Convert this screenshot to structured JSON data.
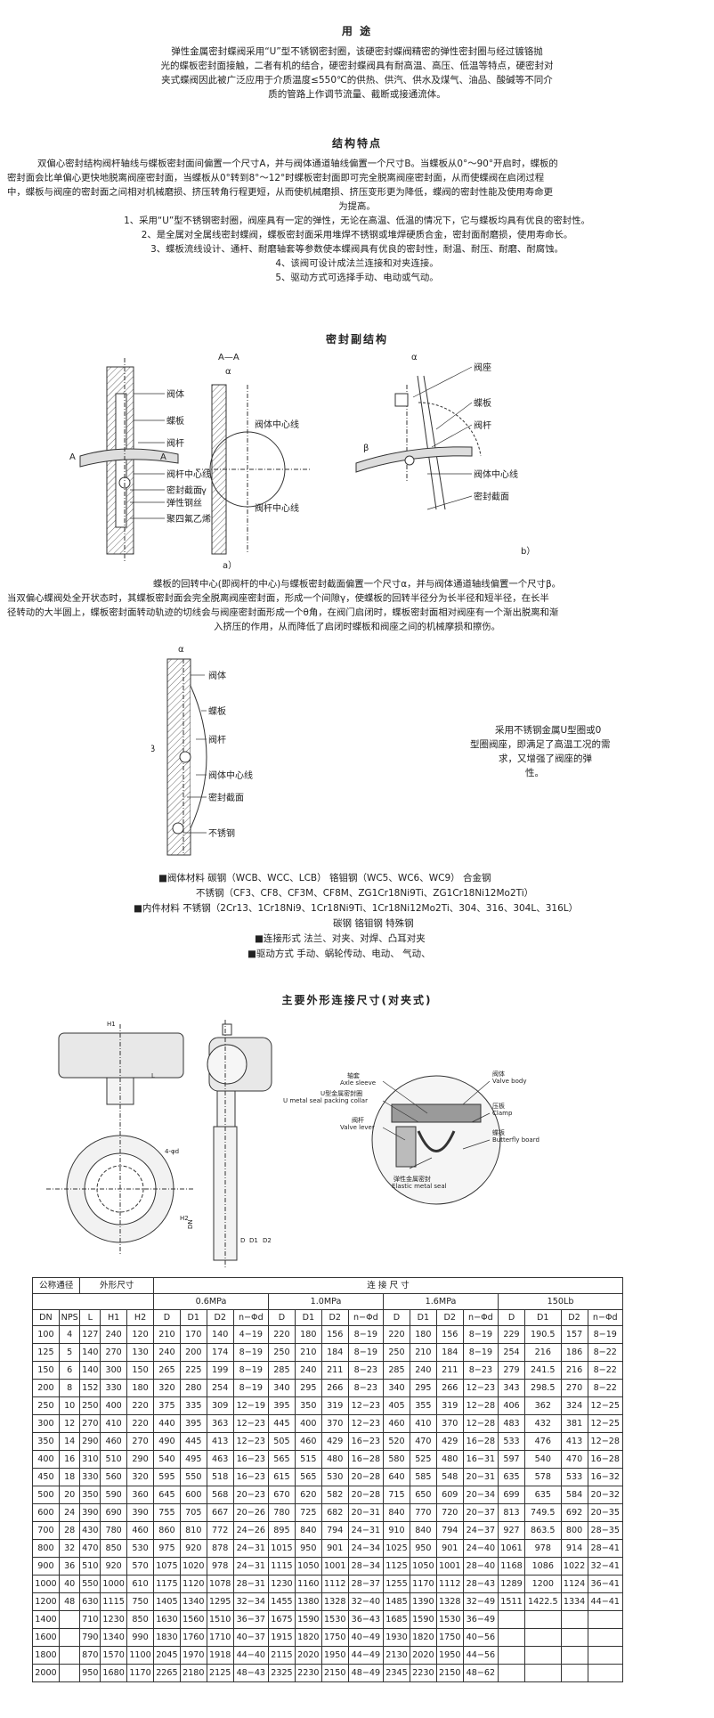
{
  "sec1": {
    "title": "用  途",
    "lines": [
      "弹性金属密封蝶阀采用“U”型不锈钢密封圈，该硬密封蝶阀精密的弹性密封圈与经过镀铬抛",
      "光的蝶板密封面接触，二者有机的结合，硬密封蝶阀具有耐高温、高压、低温等特点，硬密封对",
      "夹式蝶阀因此被广泛应用于介质温度≤550℃的供热、供汽、供水及煤气、油品、酸碱等不同介",
      "质的管路上作调节流量、截断或接通流体。"
    ]
  },
  "sec2": {
    "title": "结构特点",
    "lines": [
      "双偏心密封结构阀杆轴线与蝶板密封面间偏置一个尺寸A，并与阀体通道轴线偏置一个尺寸B。当蝶板从0°～90°开启时，蝶板的",
      "密封面会比单偏心更快地脱离阀座密封面，当蝶板从0°转到8°～12°时蝶板密封面即可完全脱离阀座密封面，从而使蝶阀在启闭过程",
      "中，蝶板与阀座的密封面之间相对机械磨损、挤压转角行程更短，从而使机械磨损、挤压变形更为降低，蝶阀的密封性能及使用寿命更",
      "为提高。",
      "1、采用“U”型不锈钢密封圈，阀座具有一定的弹性，无论在高温、低温的情况下，它与蝶板均具有优良的密封性。",
      "2、是全属对全属线密封蝶阀，蝶板密封面采用堆焊不锈钢或堆焊硬质合金，密封面耐磨损，使用寿命长。",
      "3、蝶板流线设计、通杆、耐磨轴套等参数使本蝶阀具有优良的密封性，耐温、耐压、耐磨、耐腐蚀。",
      "4、该阀可设计成法兰连接和对夹连接。",
      "5、驱动方式可选择手动、电动或气动。"
    ]
  },
  "sec3": {
    "title": "密封副结构",
    "diagA": {
      "labels": [
        "阀体",
        "蝶板",
        "阀杆",
        "阀杆中心线",
        "密封截面",
        "弹性钢丝",
        "聚四氟乙烯"
      ],
      "section_marks": [
        "A",
        "A"
      ],
      "caption": "a）"
    },
    "diagAA": {
      "title": "A—A",
      "labels": [
        "阀体中心线",
        "阀杆中心线"
      ],
      "symbols": [
        "α",
        "γ"
      ]
    },
    "diagB": {
      "labels": [
        "阀座",
        "蝶板",
        "阀杆",
        "阀体中心线",
        "密封截面"
      ],
      "symbols": [
        "α",
        "β"
      ],
      "caption": "b）"
    },
    "para": [
      "蝶板的回转中心(即阀杆的中心)与蝶板密封截面偏置一个尺寸α，并与阀体通道轴线偏置一个尺寸β。",
      "当双偏心蝶阀处全开状态时，其蝶板密封面会完全脱离阀座密封面，形成一个间隙γ，使蝶板的回转半径分为长半径和短半径，在长半",
      "径转动的大半圆上，蝶板密封面转动轨迹的切线会与阀座密封面形成一个θ角，在阀门启闭时，蝶板密封面相对阀座有一个渐出脱离和渐",
      "入挤压的作用，从而降低了启闭时蝶板和阀座之间的机械摩损和擦伤。"
    ]
  },
  "sec4": {
    "diagLabels": [
      "阀体",
      "蝶板",
      "阀杆",
      "阀体中心线",
      "密封截面",
      "不锈钢"
    ],
    "symbols": [
      "α",
      "β"
    ],
    "note": [
      "采用不锈钢金属U型圈或0",
      "型圈阀座，即满足了高温工况的需",
      "求，又增强了阀座的弹",
      "性。"
    ]
  },
  "materials": [
    "■阀体材料   碳钢（WCB、WCC、LCB）  铬钼钢（WC5、WC6、WC9）    合金钢",
    "不锈钢（CF3、CF8、CF3M、CF8M、ZG1Cr18Ni9Ti、ZG1Cr18Ni12Mo2Ti）",
    "■内件材料   不锈钢（2Cr13、1Cr18Ni9、1Cr18Ni9Ti、1Cr18Ni12Mo2Ti、304、316、304L、316L）",
    "碳钢    铬钼钢    特殊钢",
    "■连接形式    法兰、对夹、对焊、凸耳对夹",
    "■驱动方式    手动、蜗轮传动、电动、  气动、"
  ],
  "sec5": {
    "title": "主要外形连接尺寸(对夹式)",
    "dimLabels": [
      "H1",
      "L",
      "4-φd",
      "DN",
      "H2",
      "D",
      "D1",
      "D2"
    ],
    "detailLabels": [
      {
        "cn": "轴套",
        "en": "Axle sleeve"
      },
      {
        "cn": "U型金属密封圈",
        "en": "U metal seal packing collar"
      },
      {
        "cn": "阀杆",
        "en": "Valve lever"
      },
      {
        "cn": "弹性金属密封",
        "en": "Elastic metal seal"
      },
      {
        "cn": "阀体",
        "en": "Valve body"
      },
      {
        "cn": "压板",
        "en": "Clamp"
      },
      {
        "cn": "蝶板",
        "en": "Butterfly board"
      }
    ]
  },
  "table": {
    "h1": [
      "公称通径",
      "外形尺寸",
      "连  接  尺  寸"
    ],
    "pressures": [
      "0.6MPa",
      "1.0MPa",
      "1.6MPa",
      "150Lb"
    ],
    "h3": [
      "DN",
      "NPS",
      "L",
      "H1",
      "H2",
      "D",
      "D1",
      "D2",
      "n−Φd",
      "D",
      "D1",
      "D2",
      "n−Φd",
      "D",
      "D1",
      "D2",
      "n−Φd",
      "D",
      "D1",
      "D2",
      "n−Φd"
    ],
    "rows": [
      [
        "100",
        "4",
        "127",
        "240",
        "120",
        "210",
        "170",
        "140",
        "4−19",
        "220",
        "180",
        "156",
        "8−19",
        "220",
        "180",
        "156",
        "8−19",
        "229",
        "190.5",
        "157",
        "8−19"
      ],
      [
        "125",
        "5",
        "140",
        "270",
        "130",
        "240",
        "200",
        "174",
        "8−19",
        "250",
        "210",
        "184",
        "8−19",
        "250",
        "210",
        "184",
        "8−19",
        "254",
        "216",
        "186",
        "8−22"
      ],
      [
        "150",
        "6",
        "140",
        "300",
        "150",
        "265",
        "225",
        "199",
        "8−19",
        "285",
        "240",
        "211",
        "8−23",
        "285",
        "240",
        "211",
        "8−23",
        "279",
        "241.5",
        "216",
        "8−22"
      ],
      [
        "200",
        "8",
        "152",
        "330",
        "180",
        "320",
        "280",
        "254",
        "8−19",
        "340",
        "295",
        "266",
        "8−23",
        "340",
        "295",
        "266",
        "12−23",
        "343",
        "298.5",
        "270",
        "8−22"
      ],
      [
        "250",
        "10",
        "250",
        "400",
        "220",
        "375",
        "335",
        "309",
        "12−19",
        "395",
        "350",
        "319",
        "12−23",
        "405",
        "355",
        "319",
        "12−28",
        "406",
        "362",
        "324",
        "12−25"
      ],
      [
        "300",
        "12",
        "270",
        "410",
        "220",
        "440",
        "395",
        "363",
        "12−23",
        "445",
        "400",
        "370",
        "12−23",
        "460",
        "410",
        "370",
        "12−28",
        "483",
        "432",
        "381",
        "12−25"
      ],
      [
        "350",
        "14",
        "290",
        "460",
        "270",
        "490",
        "445",
        "413",
        "12−23",
        "505",
        "460",
        "429",
        "16−23",
        "520",
        "470",
        "429",
        "16−28",
        "533",
        "476",
        "413",
        "12−28"
      ],
      [
        "400",
        "16",
        "310",
        "510",
        "290",
        "540",
        "495",
        "463",
        "16−23",
        "565",
        "515",
        "480",
        "16−28",
        "580",
        "525",
        "480",
        "16−31",
        "597",
        "540",
        "470",
        "16−28"
      ],
      [
        "450",
        "18",
        "330",
        "560",
        "320",
        "595",
        "550",
        "518",
        "16−23",
        "615",
        "565",
        "530",
        "20−28",
        "640",
        "585",
        "548",
        "20−31",
        "635",
        "578",
        "533",
        "16−32"
      ],
      [
        "500",
        "20",
        "350",
        "590",
        "360",
        "645",
        "600",
        "568",
        "20−23",
        "670",
        "620",
        "582",
        "20−28",
        "715",
        "650",
        "609",
        "20−34",
        "699",
        "635",
        "584",
        "20−32"
      ],
      [
        "600",
        "24",
        "390",
        "690",
        "390",
        "755",
        "705",
        "667",
        "20−26",
        "780",
        "725",
        "682",
        "20−31",
        "840",
        "770",
        "720",
        "20−37",
        "813",
        "749.5",
        "692",
        "20−35"
      ],
      [
        "700",
        "28",
        "430",
        "780",
        "460",
        "860",
        "810",
        "772",
        "24−26",
        "895",
        "840",
        "794",
        "24−31",
        "910",
        "840",
        "794",
        "24−37",
        "927",
        "863.5",
        "800",
        "28−35"
      ],
      [
        "800",
        "32",
        "470",
        "850",
        "530",
        "975",
        "920",
        "878",
        "24−31",
        "1015",
        "950",
        "901",
        "24−34",
        "1025",
        "950",
        "901",
        "24−40",
        "1061",
        "978",
        "914",
        "28−41"
      ],
      [
        "900",
        "36",
        "510",
        "920",
        "570",
        "1075",
        "1020",
        "978",
        "24−31",
        "1115",
        "1050",
        "1001",
        "28−34",
        "1125",
        "1050",
        "1001",
        "28−40",
        "1168",
        "1086",
        "1022",
        "32−41"
      ],
      [
        "1000",
        "40",
        "550",
        "1000",
        "610",
        "1175",
        "1120",
        "1078",
        "28−31",
        "1230",
        "1160",
        "1112",
        "28−37",
        "1255",
        "1170",
        "1112",
        "28−43",
        "1289",
        "1200",
        "1124",
        "36−41"
      ],
      [
        "1200",
        "48",
        "630",
        "1115",
        "750",
        "1405",
        "1340",
        "1295",
        "32−34",
        "1455",
        "1380",
        "1328",
        "32−40",
        "1485",
        "1390",
        "1328",
        "32−49",
        "1511",
        "1422.5",
        "1334",
        "44−41"
      ],
      [
        "1400",
        "",
        "710",
        "1230",
        "850",
        "1630",
        "1560",
        "1510",
        "36−37",
        "1675",
        "1590",
        "1530",
        "36−43",
        "1685",
        "1590",
        "1530",
        "36−49",
        "",
        "",
        "",
        ""
      ],
      [
        "1600",
        "",
        "790",
        "1340",
        "990",
        "1830",
        "1760",
        "1710",
        "40−37",
        "1915",
        "1820",
        "1750",
        "40−49",
        "1930",
        "1820",
        "1750",
        "40−56",
        "",
        "",
        "",
        ""
      ],
      [
        "1800",
        "",
        "870",
        "1570",
        "1100",
        "2045",
        "1970",
        "1918",
        "44−40",
        "2115",
        "2020",
        "1950",
        "44−49",
        "2130",
        "2020",
        "1950",
        "44−56",
        "",
        "",
        "",
        ""
      ],
      [
        "2000",
        "",
        "950",
        "1680",
        "1170",
        "2265",
        "2180",
        "2125",
        "48−43",
        "2325",
        "2230",
        "2150",
        "48−49",
        "2345",
        "2230",
        "2150",
        "48−62",
        "",
        "",
        "",
        ""
      ]
    ]
  }
}
